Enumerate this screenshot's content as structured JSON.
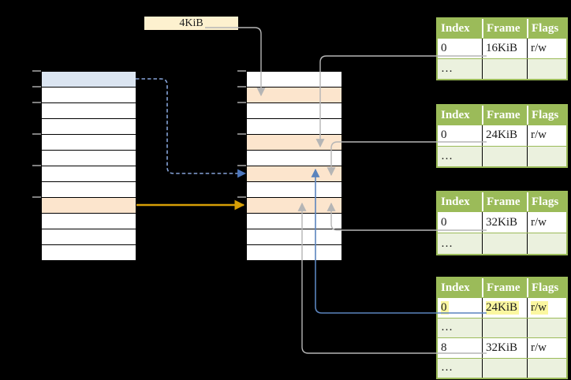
{
  "page_size_label": "4KiB",
  "colors": {
    "background": "#000000",
    "table_header_green": "#9bbb59",
    "table_row_green": "#ebf1de",
    "table_border_green": "#9bbb59",
    "cell_white": "#ffffff",
    "frame_orange": "#fce5cd",
    "page_blue": "#dbe5f1",
    "label_cream": "#fdf1cf",
    "highlight_yellow": "#fbf7a0",
    "arrow_gray": "#b5b5b5",
    "arrow_blue_solid": "#5b84bd",
    "arrow_blue_dashed": "#85a3d8",
    "arrow_blue_head": "#4d77bd",
    "arrow_orange": "#d79f06",
    "tick_gray": "#7f7f7f",
    "text_dark": "#1a1a1a",
    "header_text": "#ffffff"
  },
  "memory": {
    "virtual_column": {
      "rows": 12,
      "blue_page_row": 1,
      "orange_page_row": 9
    },
    "physical_column": {
      "rows": 12,
      "orange_frame_rows": [
        2,
        5,
        7,
        9
      ]
    }
  },
  "page_tables": [
    {
      "header": [
        "Index",
        "Frame",
        "Flags"
      ],
      "rows": [
        {
          "cells": [
            "0",
            "16KiB",
            "r/w"
          ]
        },
        {
          "cells": [
            "…",
            "",
            ""
          ]
        }
      ]
    },
    {
      "header": [
        "Index",
        "Frame",
        "Flags"
      ],
      "rows": [
        {
          "cells": [
            "0",
            "24KiB",
            "r/w"
          ]
        },
        {
          "cells": [
            "…",
            "",
            ""
          ]
        }
      ]
    },
    {
      "header": [
        "Index",
        "Frame",
        "Flags"
      ],
      "rows": [
        {
          "cells": [
            "0",
            "32KiB",
            "r/w"
          ]
        },
        {
          "cells": [
            "…",
            "",
            ""
          ]
        }
      ]
    },
    {
      "header": [
        "Index",
        "Frame",
        "Flags"
      ],
      "rows": [
        {
          "cells": [
            "0",
            "24KiB",
            "r/w"
          ],
          "highlighted": true
        },
        {
          "cells": [
            "…",
            "",
            ""
          ]
        },
        {
          "cells": [
            "8",
            "32KiB",
            "r/w"
          ]
        },
        {
          "cells": [
            "…",
            "",
            ""
          ]
        }
      ]
    }
  ]
}
